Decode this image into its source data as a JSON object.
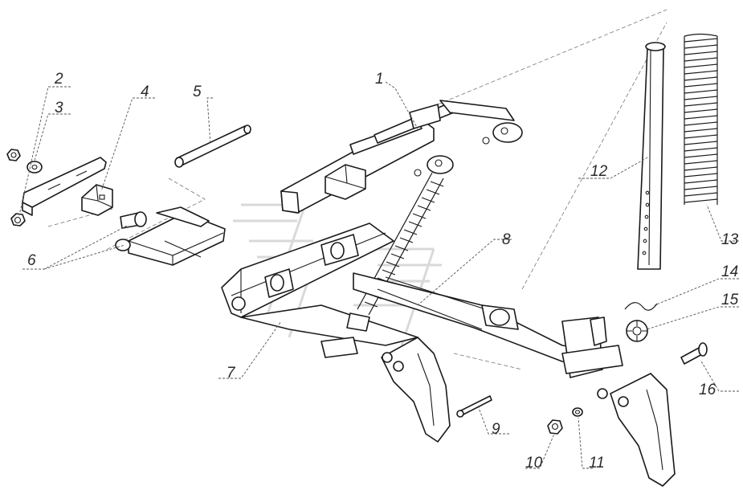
{
  "labels": [
    {
      "id": "1",
      "text": "1"
    },
    {
      "id": "2",
      "text": "2"
    },
    {
      "id": "3",
      "text": "3"
    },
    {
      "id": "4",
      "text": "4"
    },
    {
      "id": "5",
      "text": "5"
    },
    {
      "id": "6",
      "text": "6"
    },
    {
      "id": "7",
      "text": "7"
    },
    {
      "id": "8",
      "text": "8"
    },
    {
      "id": "9",
      "text": "9"
    },
    {
      "id": "10",
      "text": "10"
    },
    {
      "id": "11",
      "text": "11"
    },
    {
      "id": "12",
      "text": "12"
    },
    {
      "id": "13",
      "text": "13"
    },
    {
      "id": "14",
      "text": "14"
    },
    {
      "id": "15",
      "text": "15"
    },
    {
      "id": "16",
      "text": "16"
    }
  ],
  "colors": {
    "line": "#1a1a1a",
    "leader": "#555555",
    "watermark": "#d9d9d9",
    "background": "#ffffff"
  }
}
